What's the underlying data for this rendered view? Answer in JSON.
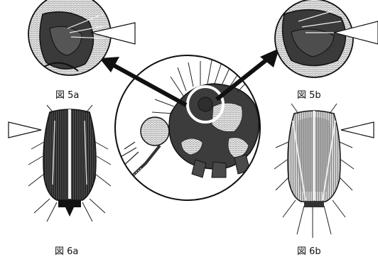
{
  "figure_labels": {
    "fig5a": "図 5a",
    "fig5b": "図 5b",
    "fig6a": "図 6a",
    "fig6b": "図 6b"
  },
  "colors": {
    "outline": "#111111",
    "dark_scale": "#3a3a3a",
    "mid_scale": "#8a8a8a",
    "light_scale": "#d8d8d8",
    "background": "#ffffff"
  }
}
